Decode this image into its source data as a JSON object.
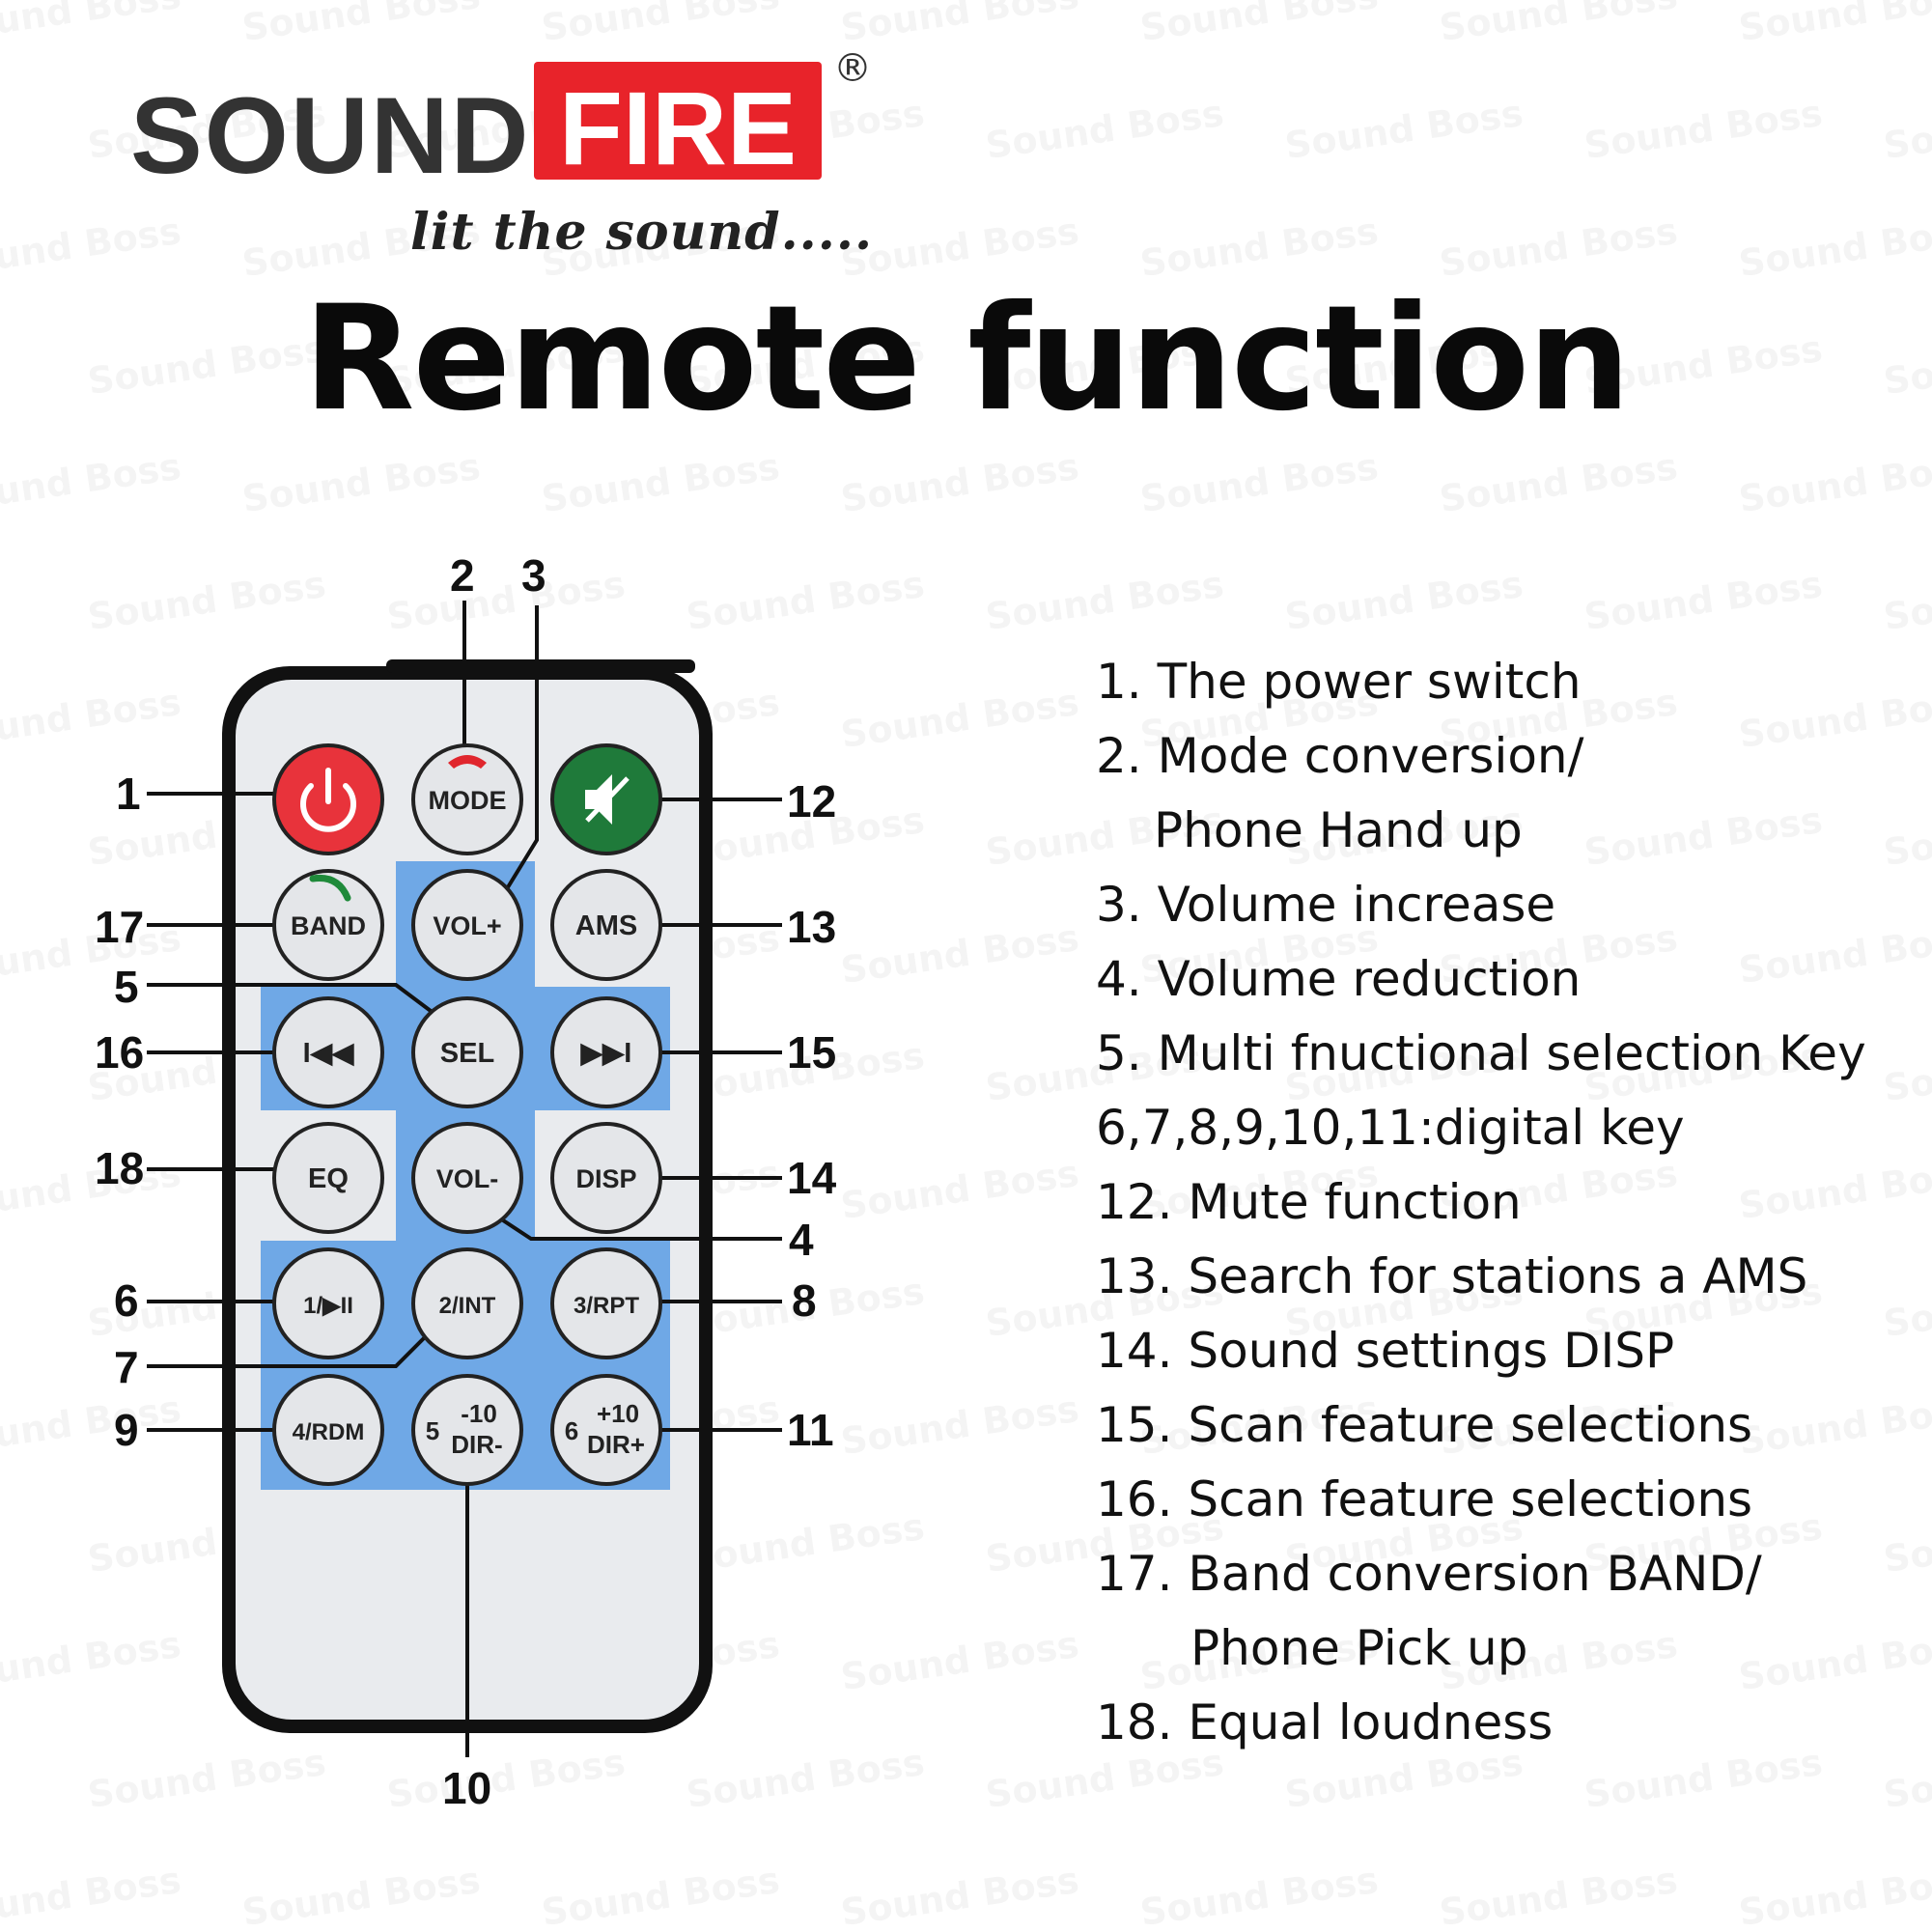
{
  "watermark": {
    "text": "Sound Boss"
  },
  "logo": {
    "sound": "SOUND",
    "fire": "FIRE",
    "registered": "®",
    "tagline": "lit the sound.....",
    "colors": {
      "fire_bg": "#e8232a",
      "sound_text": "#333333"
    }
  },
  "title": "Remote function",
  "remote": {
    "buttons": [
      {
        "id": "power",
        "label": "",
        "icon": "power-icon",
        "color": "#e8333b"
      },
      {
        "id": "mode",
        "label": "MODE",
        "icon": "phone-hangup-icon"
      },
      {
        "id": "mute",
        "label": "",
        "icon": "mute-icon",
        "color": "#1f7a3a"
      },
      {
        "id": "band",
        "label": "BAND",
        "icon": "phone-pickup-icon"
      },
      {
        "id": "volup",
        "label": "VOL+"
      },
      {
        "id": "ams",
        "label": "AMS"
      },
      {
        "id": "prev",
        "label": "I◀◀",
        "icon": "skip-previous-icon"
      },
      {
        "id": "sel",
        "label": "SEL"
      },
      {
        "id": "next",
        "label": "▶▶I",
        "icon": "skip-next-icon"
      },
      {
        "id": "eq",
        "label": "EQ"
      },
      {
        "id": "voldown",
        "label": "VOL-"
      },
      {
        "id": "disp",
        "label": "DISP"
      },
      {
        "id": "b1",
        "label": "1/▶II"
      },
      {
        "id": "b2",
        "label": "2/INT"
      },
      {
        "id": "b3",
        "label": "3/RPT"
      },
      {
        "id": "b4",
        "label": "4/RDM"
      },
      {
        "id": "b5",
        "digit": "5",
        "top": "-10",
        "bottom": "DIR-"
      },
      {
        "id": "b6",
        "digit": "6",
        "top": "+10",
        "bottom": "DIR+"
      }
    ],
    "callouts": [
      "1",
      "2",
      "3",
      "4",
      "5",
      "6",
      "7",
      "8",
      "9",
      "10",
      "11",
      "12",
      "13",
      "14",
      "15",
      "16",
      "17",
      "18"
    ],
    "colors": {
      "body": "#e9ebee",
      "frame": "#111111",
      "panel": "#6fa8e6",
      "button": "#e4e6e9"
    }
  },
  "functions": [
    "1. The power switch",
    "2. Mode conversion/",
    "Phone Hand up",
    "3. Volume increase",
    "4. Volume reduction",
    "5. Multi fnuctional selection Key",
    "6,7,8,9,10,11:digital key",
    "12. Mute function",
    "13. Search for stations a AMS",
    "14. Sound settings DISP",
    "15. Scan feature selections",
    "16. Scan feature selections",
    "17. Band conversion BAND/",
    "Phone Pick up",
    "18. Equal loudness"
  ]
}
